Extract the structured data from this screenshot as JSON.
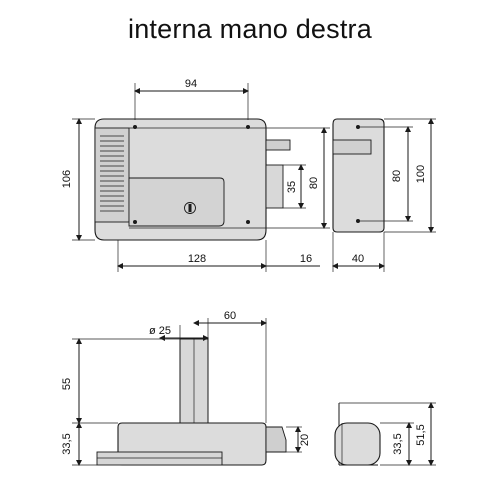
{
  "title": "interna mano destra",
  "colors": {
    "body_fill": "#dcdcdc",
    "body_fill_dark": "#c9c9c9",
    "outline": "#1a1a1a"
  },
  "dimensions": {
    "front_width_top": "94",
    "front_height": "106",
    "front_width": "128",
    "bolt_offset": "16",
    "bolt_height": "35",
    "front_inner_height": "80",
    "side_inner_height": "80",
    "side_height": "100",
    "side_depth": "40",
    "cylinder_diameter": "ø 25",
    "cylinder_offset": "60",
    "cylinder_height": "55",
    "base_height": "33,5",
    "bolt_projection": "20",
    "end_base_height": "33,5",
    "end_total_height": "51,5"
  }
}
